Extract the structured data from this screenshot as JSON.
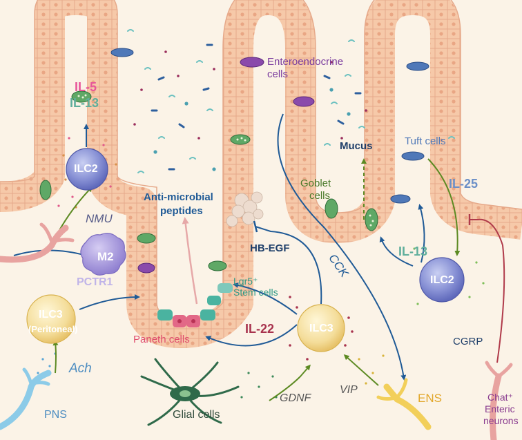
{
  "labels": {
    "il5": "IL-5",
    "il13_left": "IL-13",
    "ilc2_left": "ILC2",
    "nmu": "NMU",
    "m2": "M2",
    "pctr1": "PCTR1",
    "ilc3_left": "ILC3",
    "ilc3_left_sub": "(Peritoneal)",
    "ach": "Ach",
    "pns": "PNS",
    "anti_microbial_line1": "Anti-microbial",
    "anti_microbial_line2": "peptides",
    "hb_egf": "HB-EGF",
    "lgr5_line1": "Lgr5⁺",
    "lgr5_line2": "Stem cells",
    "paneth": "Paneth cells",
    "il22": "IL-22",
    "ilc3_center": "ILC3",
    "glial": "Glial cells",
    "gdnf": "GDNF",
    "vip": "VIP",
    "ens": "ENS",
    "cck": "CCK",
    "enteroendocrine_line1": "Enteroendocrine",
    "enteroendocrine_line2": "cells",
    "mucus": "Mucus",
    "goblet_line1": "Goblet",
    "goblet_line2": "cells",
    "tuft": "Tuft cells",
    "il25": "IL-25",
    "il13_right": "IL-13",
    "ilc2_right": "ILC2",
    "cgrp": "CGRP",
    "chat_line1": "Chat⁺",
    "chat_line2": "Enteric",
    "chat_line3": "neurons"
  },
  "colors": {
    "background": "#fbf3e7",
    "epithelium": "#f6c9a9",
    "cell_border": "#e6a98a",
    "nucleus": "#e9a684",
    "il5": "#e8559a",
    "il13": "#5fae9b",
    "ilc2": "#6d79c9",
    "m2": "#9c8bd6",
    "ilc3": "#f2d48a",
    "arrow_blue": "#1f5a96",
    "arrow_green": "#5c8a22",
    "arrow_pink": "#e6a8a8",
    "inhibit_red": "#b03a4a",
    "il22": "#a8334e",
    "paneth": "#e04f6e",
    "stem": "#2f9a86",
    "enteroendocrine": "#7a3c9e",
    "tuft": "#5c7fb8",
    "ens": "#e2b93a",
    "pns": "#5aa6d6",
    "glial": "#2f6a4a",
    "chat": "#8a3c8f"
  },
  "icons": [
    "neuron-icon",
    "microbe-icon",
    "glial-cell-icon"
  ]
}
